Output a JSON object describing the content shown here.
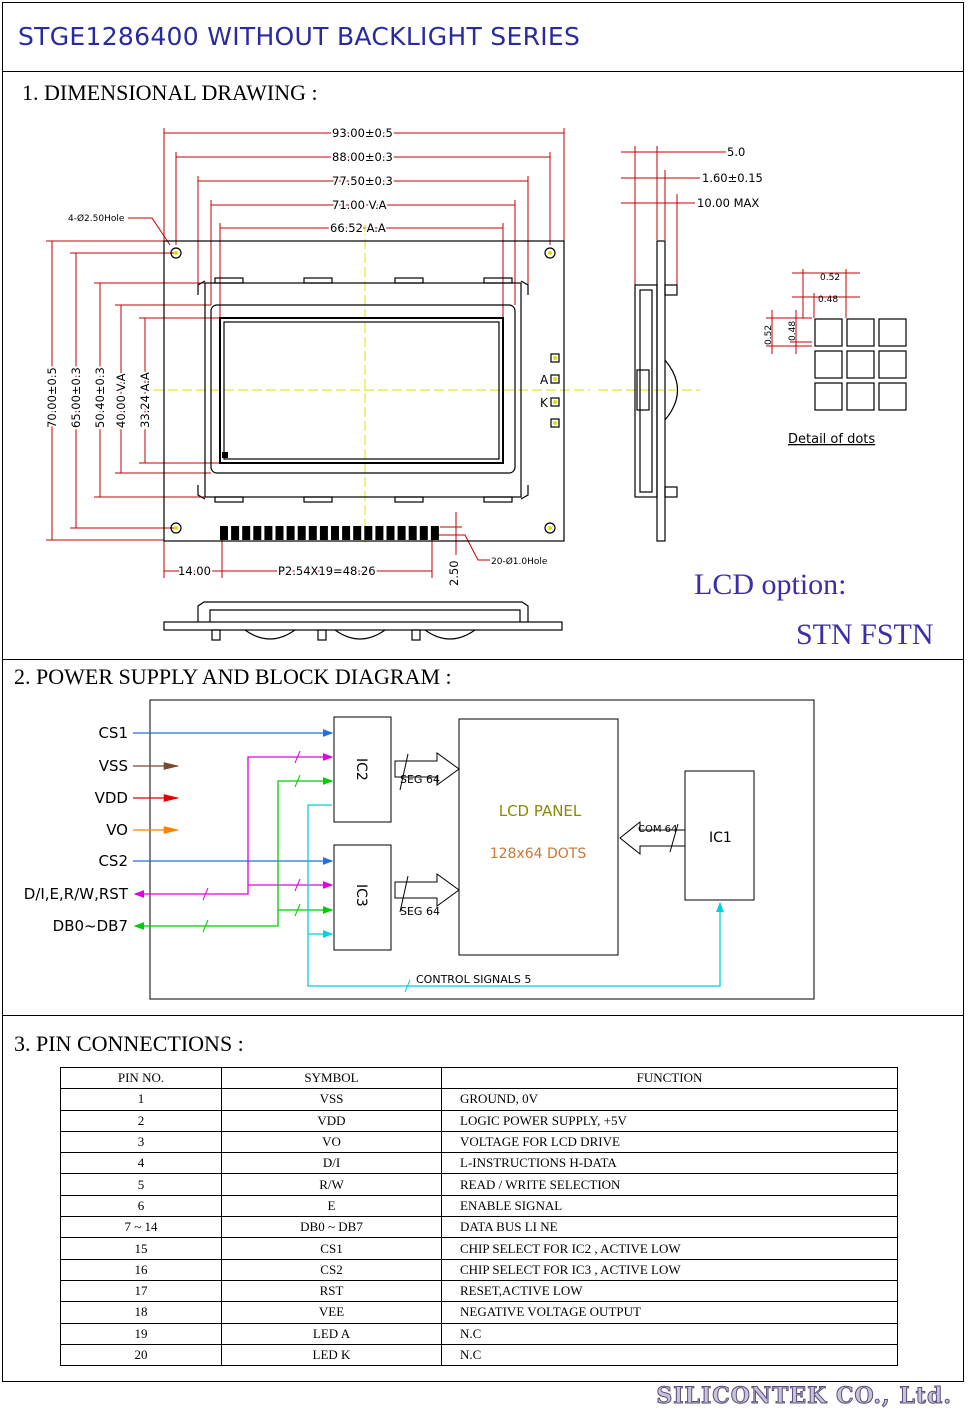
{
  "header": {
    "title": "STGE1286400  WITHOUT BACKLIGHT SERIES"
  },
  "sections": {
    "s1": "1. DIMENSIONAL  DRAWING :",
    "s2": "2. POWER SUPPLY   AND  BLOCK DIAGRAM :",
    "s3": "3. PIN  CONNECTIONS :"
  },
  "drawing": {
    "dims_top": [
      "93.00±0.5",
      "88.00±0.3",
      "77.50±0.3",
      "71.00  V.A",
      "66.52  A.A"
    ],
    "hole_label": "4-Ø2.50Hole",
    "dims_left": [
      "70.00±0.5",
      "65.00±0.3",
      "50.40±0.3",
      "40.00  V.A",
      "33.24  A.A"
    ],
    "dims_bottom": [
      "14.00",
      "P2.54X19=48.26",
      "2.50",
      "20-Ø1.0Hole"
    ],
    "side_dims": [
      "5.0",
      "1.60±0.15",
      "10.00  MAX"
    ],
    "pin_labels": [
      "A",
      "K"
    ],
    "dots_dims": [
      "0.52",
      "0.48",
      "0.52",
      "0.48"
    ],
    "dots_caption": "Detail  of  dots"
  },
  "lcd_option": {
    "label": "LCD option:",
    "types": "STN  FSTN"
  },
  "block_diagram": {
    "signals": [
      "CS1",
      "VSS",
      "VDD",
      "VO",
      "CS2",
      "D/I,E,R/W,RST",
      "DB0~DB7"
    ],
    "ic2": "IC2",
    "ic3": "IC3",
    "ic1": "IC1",
    "seg1": "SEG 64",
    "seg2": "SEG 64",
    "com": "COM 64",
    "panel": "LCD  PANEL",
    "dots": "128x64 DOTS",
    "control": "CONTROL SIGNALS 5"
  },
  "pin_table": {
    "headers": [
      "PIN  NO.",
      "SYMBOL",
      "FUNCTION"
    ],
    "rows": [
      [
        "1",
        "VSS",
        "GROUND, 0V"
      ],
      [
        "2",
        "VDD",
        "LOGIC  POWER  SUPPLY,  +5V"
      ],
      [
        "3",
        "VO",
        "VOLTAGE   FOR   LCD   DRIVE"
      ],
      [
        "4",
        "D/I",
        "L-INSTRUCTIONS      H-DATA"
      ],
      [
        "5",
        "R/W",
        "READ / WRITE  SELECTION"
      ],
      [
        "6",
        "E",
        "ENABLE SIGNAL"
      ],
      [
        "7 ~ 14",
        "DB0 ~ DB7",
        "DATA  BUS  LI NE"
      ],
      [
        "15",
        "CS1",
        "CHIP SELECT FOR IC2 , ACTIVE LOW"
      ],
      [
        "16",
        "CS2",
        "CHIP SELECT FOR IC3 , ACTIVE LOW"
      ],
      [
        "17",
        "RST",
        "RESET,ACTIVE LOW"
      ],
      [
        "18",
        "VEE",
        "NEGATIVE VOLTAGE OUTPUT"
      ],
      [
        "19",
        "LED A",
        "N.C"
      ],
      [
        "20",
        "LED K",
        "N.C"
      ]
    ]
  },
  "footer": {
    "company": "SILICONTEK CO., Ltd."
  }
}
